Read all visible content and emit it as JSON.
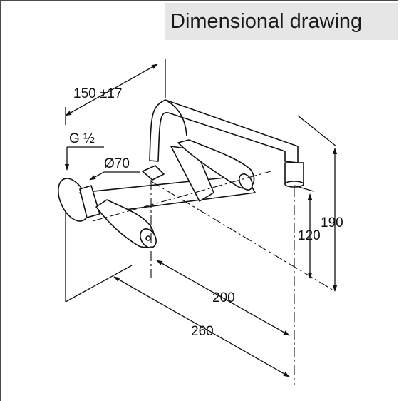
{
  "title": "Dimensional drawing",
  "dimensions": {
    "projection": "150 ±17",
    "thread": "G ½",
    "rosette_diameter": "Ø70",
    "spout_height_outer": "190",
    "spout_height_inner": "120",
    "center_to_spout": "200",
    "wall_to_spout": "260"
  },
  "colors": {
    "line": "#111111",
    "title_background": "#e6e6e6"
  }
}
